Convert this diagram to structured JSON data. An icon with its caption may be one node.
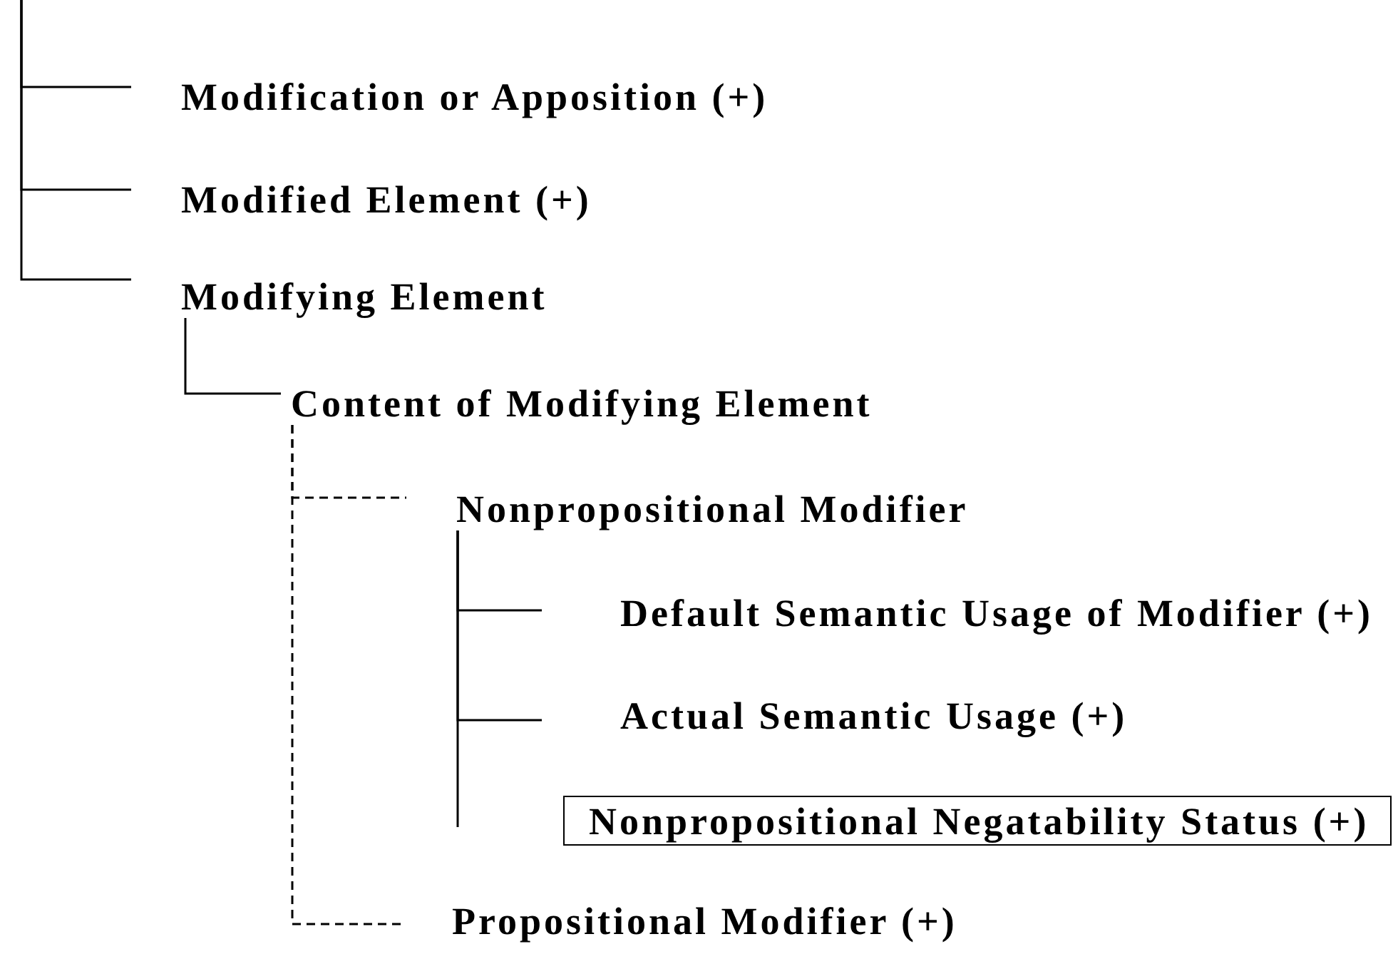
{
  "diagram": {
    "nodes": [
      {
        "text": [
          "Modification or Apposition (+)"
        ]
      },
      {
        "text": [
          "Modified Element (+)"
        ]
      },
      {
        "text": [
          "Modifying Element"
        ]
      },
      {
        "text": [
          "Content of Modifying Element"
        ]
      },
      {
        "text": [
          "Nonpropositional Modifier"
        ]
      },
      {
        "text": [
          "Default Semantic Usage of Modifier (+)"
        ]
      },
      {
        "text": [
          "Actual Semantic Usage (+)"
        ]
      },
      {
        "text": [
          "Nonpropositional Negatability Status (+)"
        ]
      },
      {
        "text": [
          "Propositional Modifier (+)"
        ]
      }
    ],
    "edges": [
      {
        "from": null,
        "to": 0,
        "arrow": "none"
      },
      {
        "from": null,
        "to": 1,
        "arrow": "none"
      },
      {
        "from": null,
        "to": 2,
        "arrow": "none"
      },
      {
        "from": 2,
        "to": 3,
        "arrow": "none"
      },
      {
        "from": 3,
        "to": 4,
        "arrow": "none",
        "style": "dashed"
      },
      {
        "from": 3,
        "to": 8,
        "arrow": "none",
        "style": "dashed"
      },
      {
        "from": 4,
        "to": 5,
        "arrow": "none"
      },
      {
        "from": 4,
        "to": 6,
        "arrow": "none"
      },
      {
        "from": 4,
        "to": null,
        "arrow": "none"
      }
    ]
  }
}
